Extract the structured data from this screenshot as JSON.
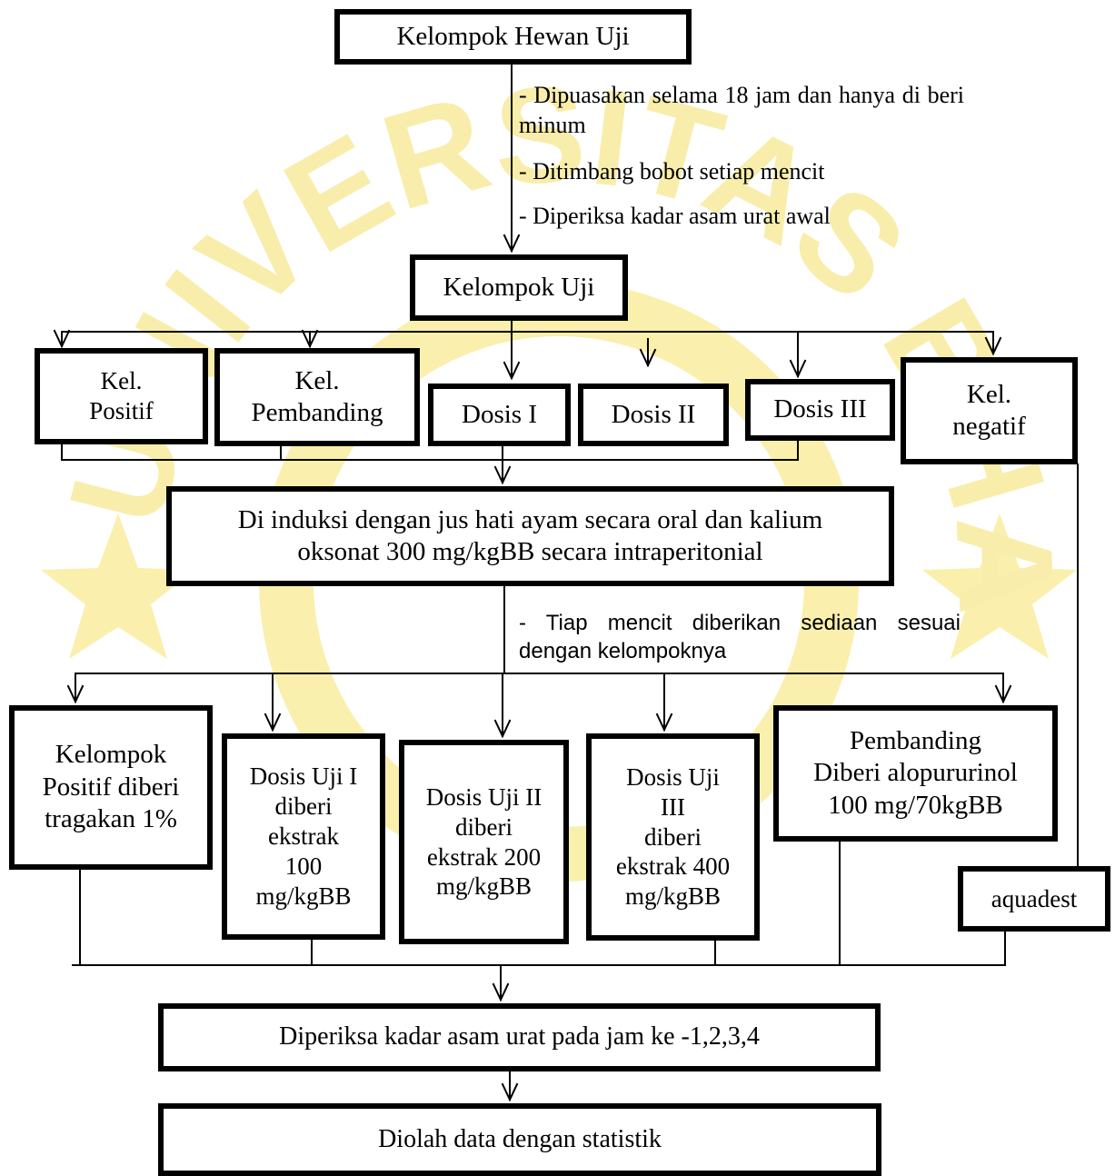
{
  "watermark": {
    "text": "UNIVERSITAS BHAKTI KENCANA",
    "color": "#f6e36a"
  },
  "top": {
    "title": "Kelompok Hewan Uji",
    "steps": [
      "- Dipuasakan selama 18 jam dan hanya di beri minum",
      "- Ditimbang bobot setiap mencit",
      "- Diperiksa kadar asam urat awal"
    ]
  },
  "test_group": "Kelompok Uji",
  "groups": [
    [
      "Kel.",
      "Positif"
    ],
    [
      "Kel.",
      "Pembanding"
    ],
    [
      "Dosis I"
    ],
    [
      "Dosis II"
    ],
    [
      "Dosis III"
    ],
    [
      "Kel.",
      "negatif"
    ]
  ],
  "induction": {
    "text": [
      "Di induksi dengan jus hati ayam secara oral dan kalium",
      "oksonat 300 mg/kgBB secara intraperitonial"
    ],
    "note": "- Tiap mencit diberikan sediaan sesuai dengan kelompoknya"
  },
  "treatments": [
    [
      "Kelompok",
      "Positif diberi",
      "tragakan 1%"
    ],
    [
      "Dosis Uji I",
      "diberi",
      "ekstrak",
      "100",
      "mg/kgBB"
    ],
    [
      "Dosis Uji II",
      "diberi",
      "ekstrak 200",
      "mg/kgBB"
    ],
    [
      "Dosis Uji",
      "III",
      "diberi",
      "ekstrak 400",
      "mg/kgBB"
    ],
    [
      "Pembanding",
      "Diberi alopururinol",
      "100 mg/70kgBB"
    ]
  ],
  "negative_treatment": "aquadest",
  "measure": "Diperiksa kadar asam urat pada jam ke -1,2,3,4",
  "final": "Diolah data dengan statistik"
}
